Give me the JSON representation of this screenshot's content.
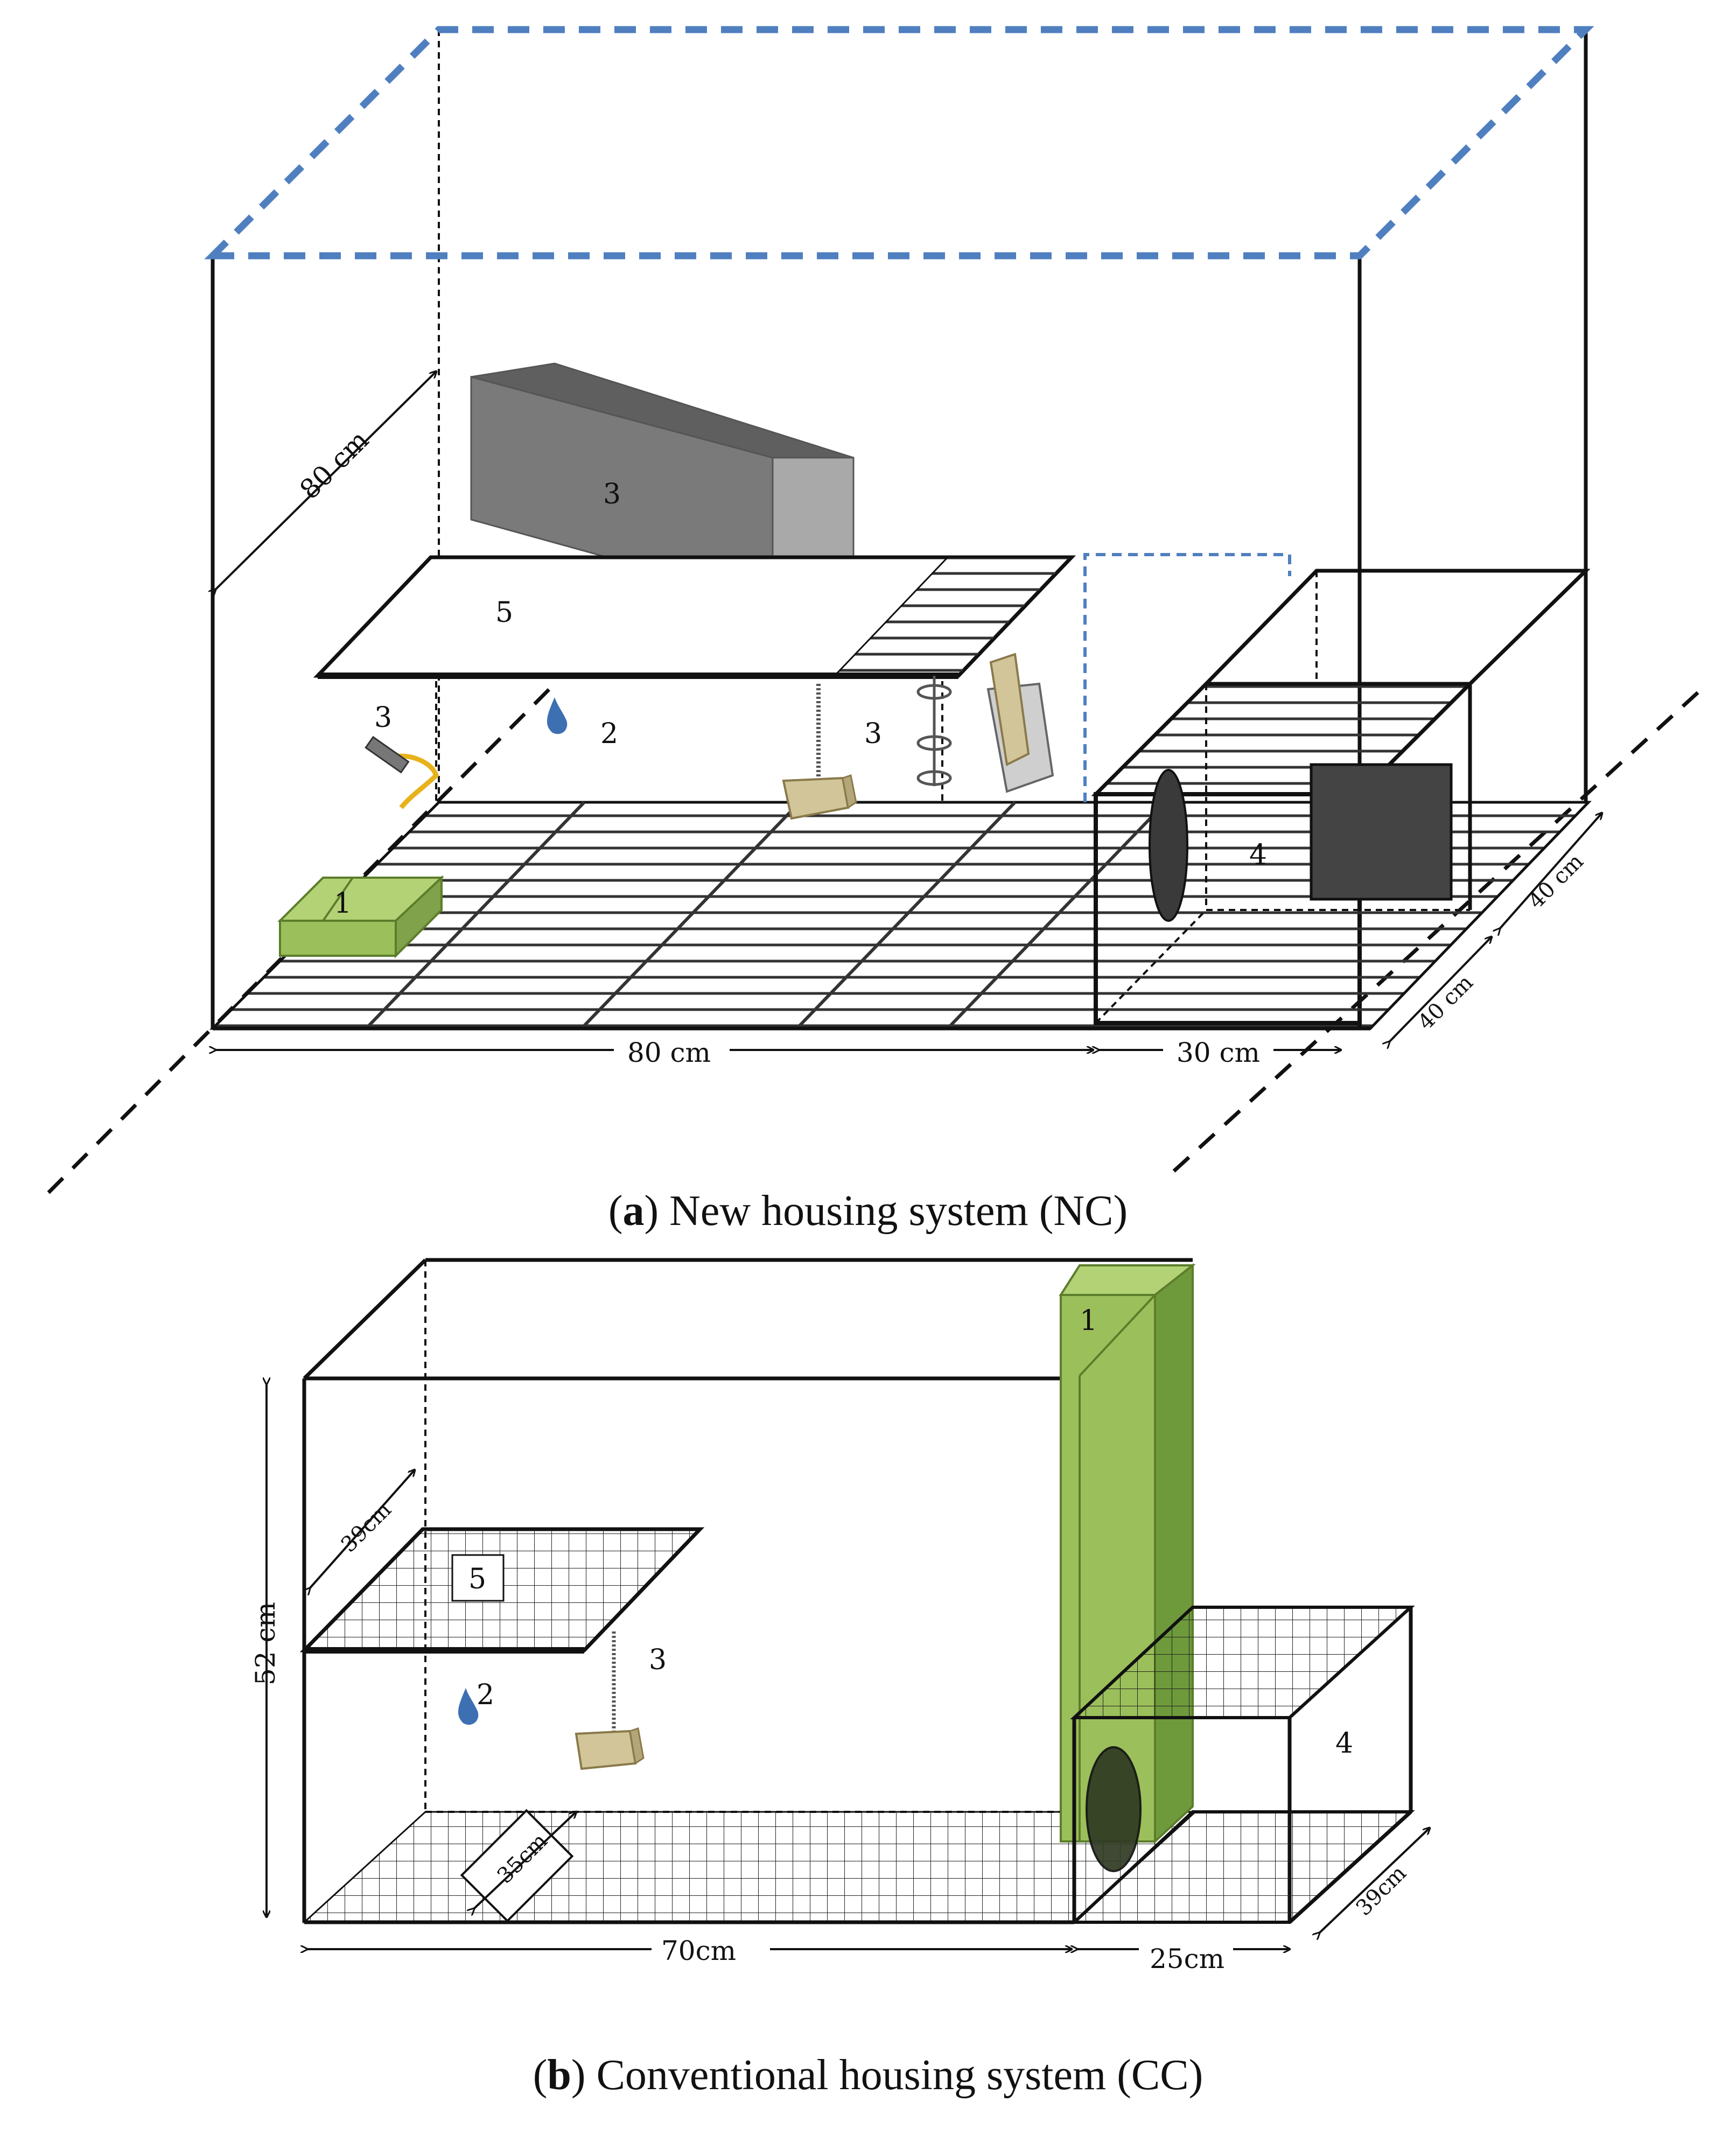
{
  "panel_a": {
    "caption_letter": "a",
    "caption_text": "New housing system (NC)",
    "labels": {
      "feeder": "1",
      "water": "2",
      "enrichment_top": "3",
      "enrichment_left": "3",
      "enrichment_chain": "3",
      "nest_box": "4",
      "platform": "5"
    },
    "dimensions": {
      "depth_left": "80 cm",
      "width_main": "80 cm",
      "width_annex": "30 cm",
      "depth_annex_front": "40 cm",
      "depth_annex_back": "40 cm"
    }
  },
  "panel_b": {
    "caption_letter": "b",
    "caption_text": "Conventional housing system (CC)",
    "labels": {
      "feeder": "1",
      "water": "2",
      "enrichment": "3",
      "nest_box": "4",
      "platform": "5"
    },
    "dimensions": {
      "height": "52 cm",
      "depth_left": "39cm",
      "platform_depth": "35cm",
      "width_main": "70cm",
      "width_annex": "25cm",
      "depth_annex": "39cm"
    }
  },
  "colors": {
    "frame": "#111111",
    "dashed_top": "#4f7fbf",
    "green_feeder": "#9bbf5a",
    "green_dark": "#6e9a3c",
    "gray_block_front": "#7a7a7a",
    "gray_block_side": "#a9a9a9",
    "tan_block": "#d2c59a",
    "water_drop": "#3d6fb3",
    "ring_yellow": "#e7b21a"
  }
}
